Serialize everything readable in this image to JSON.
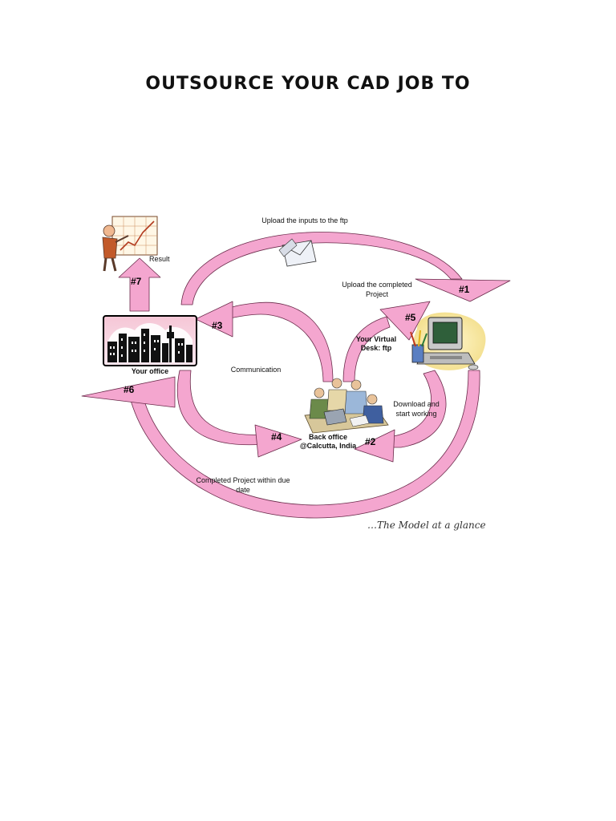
{
  "title": "OUTSOURCE YOUR CAD JOB TO",
  "caption": "…The Model at a glance",
  "nodes": {
    "your_office": "Your office",
    "virtual_desk_line1": "Your Virtual",
    "virtual_desk_line2": "Desk: ftp",
    "back_office_line1": "Back office",
    "back_office_line2": "@Calcutta, India",
    "result": "Result"
  },
  "flows": {
    "upload_inputs": "Upload the inputs to the ftp",
    "upload_completed_line1": "Upload the completed",
    "upload_completed_line2": "Project",
    "communication": "Communication",
    "download_line1": "Download and",
    "download_line2": "start working",
    "completed_line1": "Completed Project within due",
    "completed_line2": "date"
  },
  "steps": {
    "s1": "#1",
    "s2": "#2",
    "s3": "#3",
    "s4": "#4",
    "s5": "#5",
    "s6": "#6",
    "s7": "#7"
  },
  "colors": {
    "arrow_fill": "#f4a6cf",
    "arrow_stroke": "#6a2a4a"
  }
}
